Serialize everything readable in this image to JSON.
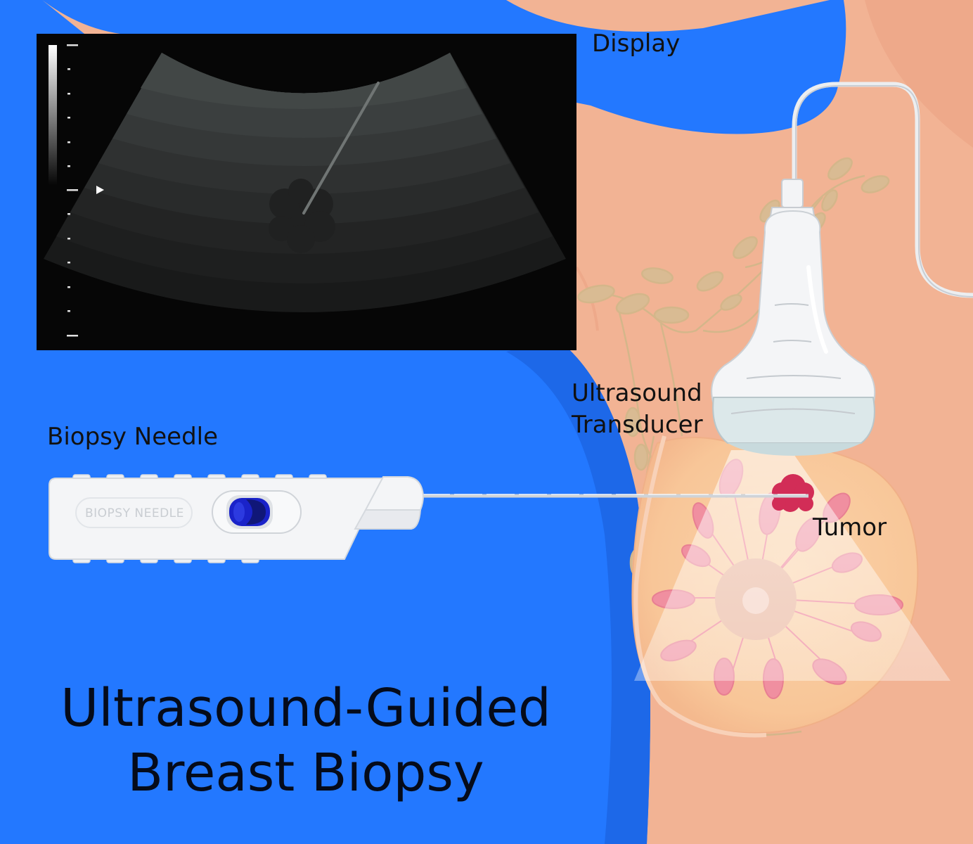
{
  "labels": {
    "display": "Display",
    "ultrasound_transducer": [
      "Ultrasound",
      "Transducer"
    ],
    "biopsy_needle": "Biopsy Needle",
    "tumor": "Tumor",
    "device_text": "BIOPSY  NEEDLE"
  },
  "title": [
    "Ultrasound-Guided",
    "Breast Biopsy"
  ],
  "colors": {
    "background_blue": "#2378ff",
    "skin": "#f2b394",
    "display_black": "#060606",
    "tumor": "#d22d57",
    "device_white": "#f4f5f7",
    "needle_button": "#1a23c9"
  }
}
